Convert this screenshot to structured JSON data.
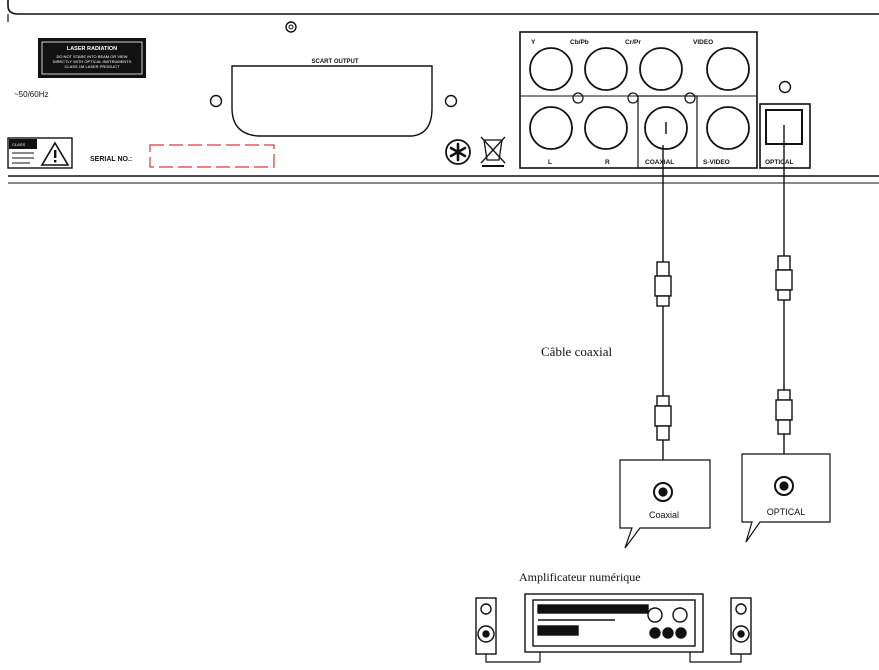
{
  "device": {
    "voltage": "~50/60Hz",
    "laser_label": {
      "title": "LASER RADIATION",
      "line1": "DO NOT STARE INTO BEAM OR VIEW",
      "line2": "DIRECTLY WITH OPTICAL INSTRUMENTS",
      "line3": "CLASS 1M LASER PRODUCT"
    },
    "scart_label": "SCART OUTPUT",
    "serial_label": "SERIAL NO.:",
    "warning_label": "CLASS",
    "jacks": {
      "y": "Y",
      "cb_pb": "Cb/Pb",
      "cr_pr": "Cr/Pr",
      "video": "VIDEO",
      "l": "L",
      "r": "R",
      "coaxial": "COAXIAL",
      "s_video": "S-VIDEO",
      "optical": "OPTICAL"
    }
  },
  "cable_label": "Câble coaxial",
  "amp_inputs": {
    "coaxial": "Coaxial",
    "optical": "OPTICAL"
  },
  "amplifier_label": "Amplificateur numérique"
}
